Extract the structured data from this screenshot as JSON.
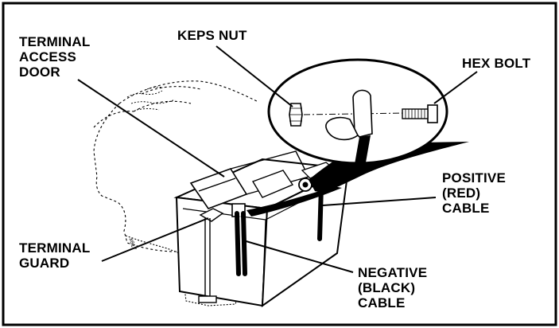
{
  "diagram": {
    "labels": {
      "terminal_access_door": [
        "TERMINAL",
        "ACCESS",
        "DOOR"
      ],
      "keps_nut": "KEPS NUT",
      "hex_bolt": "HEX BOLT",
      "positive_cable": [
        "POSITIVE",
        "(RED)",
        "CABLE"
      ],
      "terminal_guard": [
        "TERMINAL",
        "GUARD"
      ],
      "negative_cable": [
        "NEGATIVE",
        "(BLACK)",
        "CABLE"
      ]
    },
    "colors": {
      "ink": "#000000",
      "paper": "#ffffff"
    }
  }
}
